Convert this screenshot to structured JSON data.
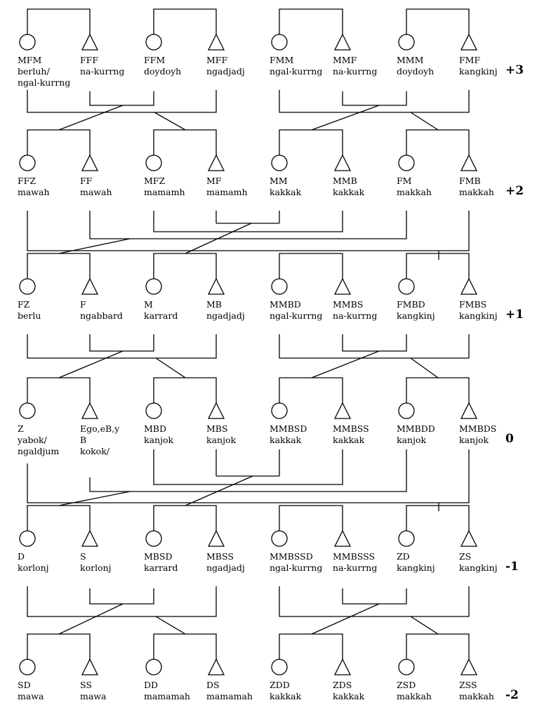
{
  "rows": [
    {
      "generation": "+3",
      "people": [
        {
          "sex": "female",
          "code": "MFM",
          "term": "berluh/",
          "term2": "ngal-kurrng"
        },
        {
          "sex": "male",
          "code": "FFF",
          "term": "na-kurrng"
        },
        {
          "sex": "female",
          "code": "FFM",
          "term": "doydoyh"
        },
        {
          "sex": "male",
          "code": "MFF",
          "term": "ngadjadj"
        },
        {
          "sex": "female",
          "code": "FMM",
          "term": "ngal-kurrng"
        },
        {
          "sex": "male",
          "code": "MMF",
          "term": "na-kurrng"
        },
        {
          "sex": "female",
          "code": "MMM",
          "term": "doydoyh"
        },
        {
          "sex": "male",
          "code": "FMF",
          "term": "kangkinj"
        }
      ]
    },
    {
      "generation": "+2",
      "people": [
        {
          "sex": "female",
          "code": "FFZ",
          "term": "mawah"
        },
        {
          "sex": "male",
          "code": "FF",
          "term": "mawah"
        },
        {
          "sex": "female",
          "code": "MFZ",
          "term": "mamamh"
        },
        {
          "sex": "male",
          "code": "MF",
          "term": "mamamh"
        },
        {
          "sex": "female",
          "code": "MM",
          "term": "kakkak"
        },
        {
          "sex": "male",
          "code": "MMB",
          "term": "kakkak"
        },
        {
          "sex": "female",
          "code": "FM",
          "term": "makkah"
        },
        {
          "sex": "male",
          "code": "FMB",
          "term": "makkah"
        }
      ]
    },
    {
      "generation": "+1",
      "people": [
        {
          "sex": "female",
          "code": "FZ",
          "term": "berlu"
        },
        {
          "sex": "male",
          "code": "F",
          "term": "ngabbard"
        },
        {
          "sex": "female",
          "code": "M",
          "term": "karrard"
        },
        {
          "sex": "male",
          "code": "MB",
          "term": "ngadjadj"
        },
        {
          "sex": "female",
          "code": "MMBD",
          "term": "ngal-kurrng"
        },
        {
          "sex": "male",
          "code": "MMBS",
          "term": "na-kurrng"
        },
        {
          "sex": "female",
          "code": "FMBD",
          "term": "kangkinj"
        },
        {
          "sex": "male",
          "code": "FMBS",
          "term": "kangkinj"
        }
      ]
    },
    {
      "generation": "0",
      "people": [
        {
          "sex": "female",
          "code": "Z",
          "term": "yabok/",
          "term2": "ngaldjum"
        },
        {
          "sex": "male",
          "code": "Ego,eB,y",
          "term": "B",
          "term2": "kokok/"
        },
        {
          "sex": "female",
          "code": "MBD",
          "term": "kanjok"
        },
        {
          "sex": "male",
          "code": "MBS",
          "term": "kanjok"
        },
        {
          "sex": "female",
          "code": "MMBSD",
          "term": "kakkak"
        },
        {
          "sex": "male",
          "code": "MMBSS",
          "term": "kakkak"
        },
        {
          "sex": "female",
          "code": "MMBDD",
          "term": "kanjok"
        },
        {
          "sex": "male",
          "code": "MMBDS",
          "term": "kanjok"
        }
      ]
    },
    {
      "generation": "-1",
      "people": [
        {
          "sex": "female",
          "code": "D",
          "term": "korlonj"
        },
        {
          "sex": "male",
          "code": "S",
          "term": "korlonj"
        },
        {
          "sex": "female",
          "code": "MBSD",
          "term": "karrard"
        },
        {
          "sex": "male",
          "code": "MBSS",
          "term": "ngadjadj"
        },
        {
          "sex": "female",
          "code": "MMBSSD",
          "term": "ngal-kurrng"
        },
        {
          "sex": "male",
          "code": "MMBSSS",
          "term": "na-kurrng"
        },
        {
          "sex": "female",
          "code": "ZD",
          "term": "kangkinj"
        },
        {
          "sex": "male",
          "code": "ZS",
          "term": "kangkinj"
        }
      ]
    },
    {
      "generation": "-2",
      "people": [
        {
          "sex": "female",
          "code": "SD",
          "term": "mawa"
        },
        {
          "sex": "male",
          "code": "SS",
          "term": "mawa"
        },
        {
          "sex": "female",
          "code": "DD",
          "term": "mamamah"
        },
        {
          "sex": "male",
          "code": "DS",
          "term": "mamamah"
        },
        {
          "sex": "female",
          "code": "ZDD",
          "term": "kakkak"
        },
        {
          "sex": "male",
          "code": "ZDS",
          "term": "kakkak"
        },
        {
          "sex": "female",
          "code": "ZSD",
          "term": "makkah"
        },
        {
          "sex": "male",
          "code": "ZSS",
          "term": "makkah"
        }
      ]
    }
  ]
}
